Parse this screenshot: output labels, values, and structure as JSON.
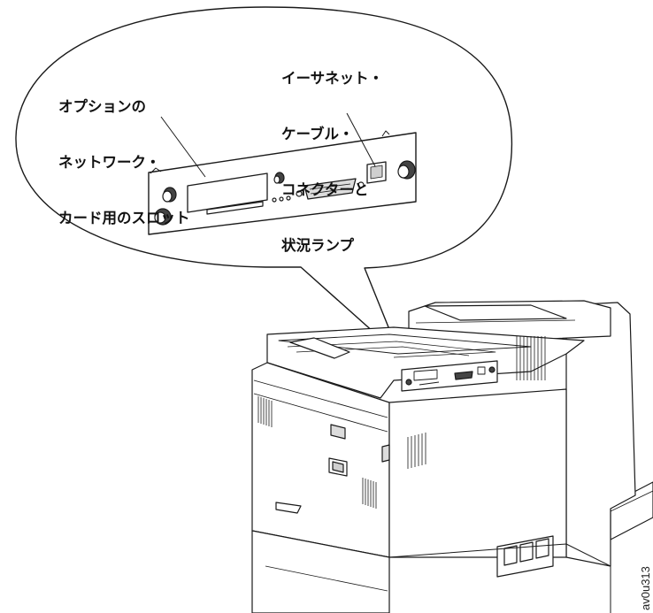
{
  "callout_labels": {
    "network_card_slot": [
      "オプションの",
      "ネットワーク・",
      "カード用のスロット"
    ],
    "ethernet_connector": [
      "イーサネット・",
      "ケーブル・",
      "コネクターと",
      "状況ランプ"
    ]
  },
  "figure_id": "av0u313",
  "colors": {
    "line": "#1a1a1a",
    "fill": "#ffffff",
    "shade": "#dcdcdc"
  }
}
